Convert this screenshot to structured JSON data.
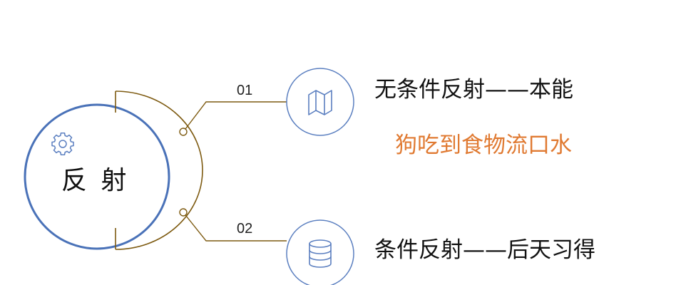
{
  "colors": {
    "circle_stroke": "#4a72b8",
    "arc_stroke": "#7d5a10",
    "icon_stroke": "#5b7fc0",
    "subtitle": "#e07a32"
  },
  "center": {
    "title": "反 射",
    "icon": "gear-icon"
  },
  "items": [
    {
      "number": "01",
      "icon": "map-icon",
      "title": "无条件反射——本能",
      "subtitle": "狗吃到食物流口水"
    },
    {
      "number": "02",
      "icon": "database-icon",
      "title": "条件反射——后天习得"
    }
  ]
}
